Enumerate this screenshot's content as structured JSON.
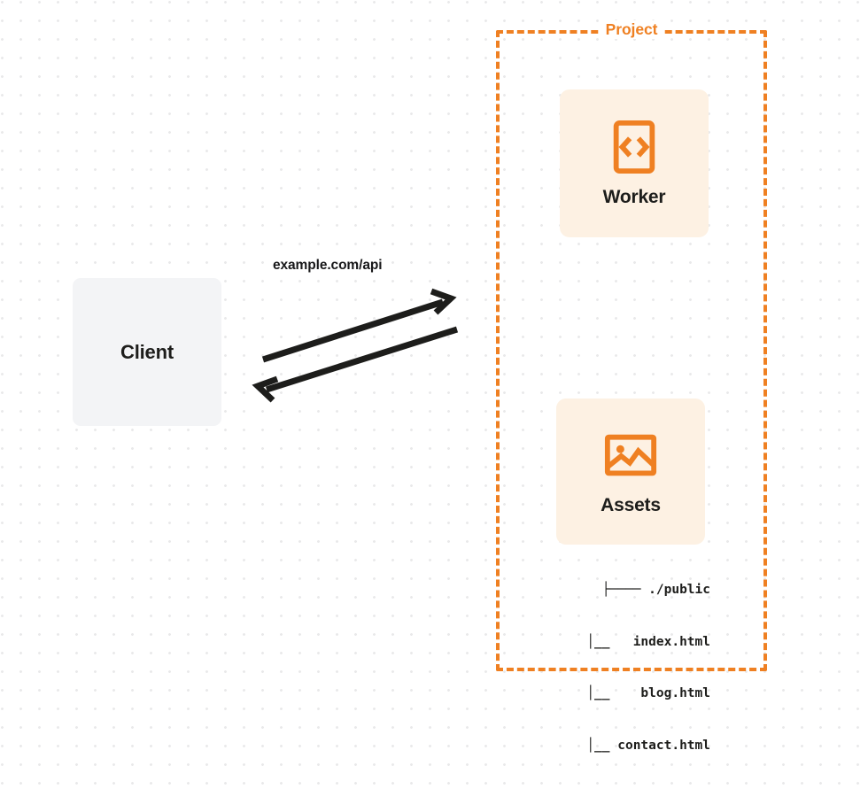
{
  "diagram": {
    "title": "Cloudflare Worker with static assets request flow",
    "background": {
      "color": "#ffffff",
      "dot_color": "#e9e9ea",
      "dot_spacing": "21px"
    },
    "colors": {
      "accent_orange": "#ef8022",
      "card_fill": "#fdf1e3",
      "client_fill": "#f3f4f6",
      "text_dark": "#1d1d1b",
      "arrow_stroke": "#1d1d1b"
    }
  },
  "client": {
    "label": "Client"
  },
  "connection": {
    "label": "example.com/api",
    "request_arrow": "arrow-right-icon",
    "response_arrow": "arrow-left-icon"
  },
  "project": {
    "title": "Project",
    "border_style": "dashed",
    "cards": [
      {
        "id": "worker",
        "label": "Worker",
        "icon": "code-brackets-icon"
      },
      {
        "id": "assets",
        "label": "Assets",
        "icon": "image-icon"
      }
    ],
    "file_tree": [
      {
        "branch": "├────",
        "name": "./public"
      },
      {
        "branch": "│__",
        "name": "index.html"
      },
      {
        "branch": "│__",
        "name": "blog.html"
      },
      {
        "branch": "│__",
        "name": "contact.html"
      }
    ],
    "file_tree_lines": [
      "├──── ./public",
      "   │__   index.html",
      "   │__    blog.html",
      "   │__ contact.html"
    ]
  }
}
